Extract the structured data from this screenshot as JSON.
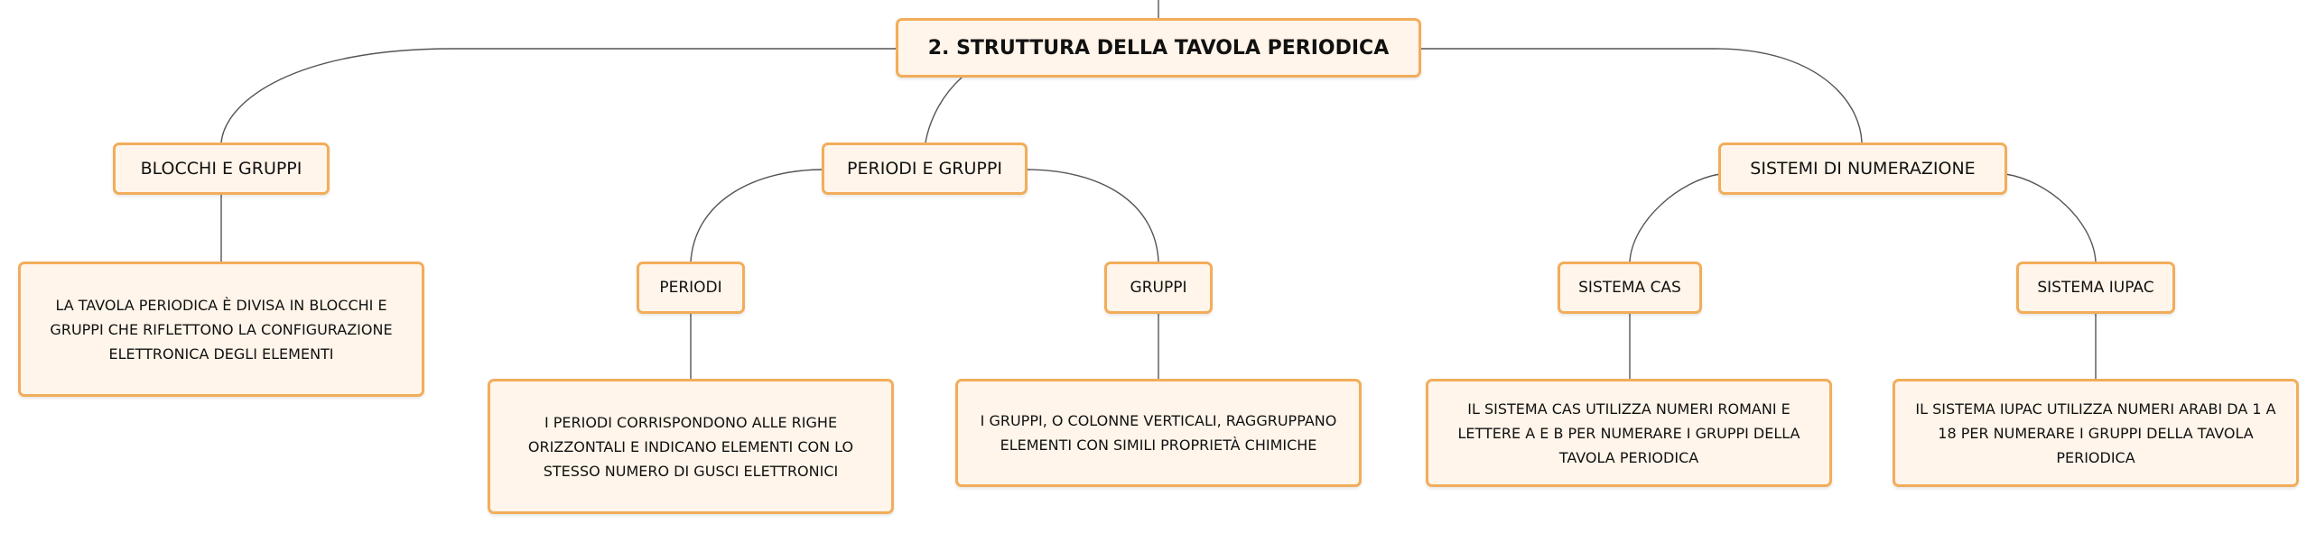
{
  "colors": {
    "node_fill": "#fff5ea",
    "node_border": "#f2ad5a",
    "connector": "#555555",
    "text": "#111111"
  },
  "diagram": {
    "root": {
      "label": "2. STRUTTURA DELLA TAVOLA PERIODICA"
    },
    "blocchi_gruppi": {
      "label": "BLOCCHI E GRUPPI",
      "description": "LA TAVOLA PERIODICA È DIVISA IN BLOCCHI E GRUPPI CHE RIFLETTONO LA CONFIGURAZIONE ELETTRONICA DEGLI ELEMENTI"
    },
    "periodi_gruppi": {
      "label": "PERIODI E GRUPPI",
      "periodi": {
        "label": "PERIODI",
        "description": "I PERIODI CORRISPONDONO ALLE RIGHE ORIZZONTALI E INDICANO ELEMENTI CON LO STESSO NUMERO DI GUSCI ELETTRONICI"
      },
      "gruppi": {
        "label": "GRUPPI",
        "description": "I GRUPPI, O COLONNE VERTICALI, RAGGRUPPANO ELEMENTI CON SIMILI PROPRIETÀ CHIMICHE"
      }
    },
    "sistemi_numerazione": {
      "label": "SISTEMI DI NUMERAZIONE",
      "cas": {
        "label": "SISTEMA CAS",
        "description": "IL SISTEMA CAS UTILIZZA NUMERI ROMANI E LETTERE A E B PER NUMERARE I GRUPPI DELLA TAVOLA PERIODICA"
      },
      "iupac": {
        "label": "SISTEMA IUPAC",
        "description": "IL SISTEMA IUPAC UTILIZZA NUMERI ARABI DA 1 A 18 PER NUMERARE I GRUPPI DELLA TAVOLA PERIODICA"
      }
    }
  }
}
